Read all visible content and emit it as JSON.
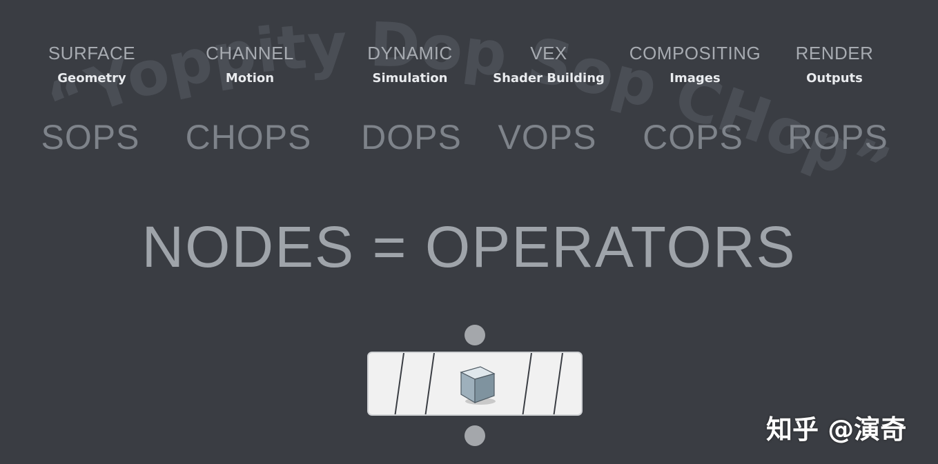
{
  "watermark": "“Yoppity Dop Sop CHop”",
  "categories": [
    {
      "title": "SURFACE",
      "subtitle": "Geometry",
      "op": "SOPS"
    },
    {
      "title": "CHANNEL",
      "subtitle": "Motion",
      "op": "CHOPS"
    },
    {
      "title": "DYNAMIC",
      "subtitle": "Simulation",
      "op": "DOPS"
    },
    {
      "title": "VEX",
      "subtitle": "Shader Building",
      "op": "VOPS"
    },
    {
      "title": "COMPOSITING",
      "subtitle": "Images",
      "op": "COPS"
    },
    {
      "title": "RENDER",
      "subtitle": "Outputs",
      "op": "ROPS"
    }
  ],
  "headline": "NODES = OPERATORS",
  "node": {
    "icon": "cube-icon"
  },
  "credit": "知乎 @演奇",
  "colors": {
    "background": "#3a3d43",
    "title": "#a7abb1",
    "subtitle": "#e9ebee",
    "ops": "#7e838a",
    "headline": "#9fa4aa"
  }
}
